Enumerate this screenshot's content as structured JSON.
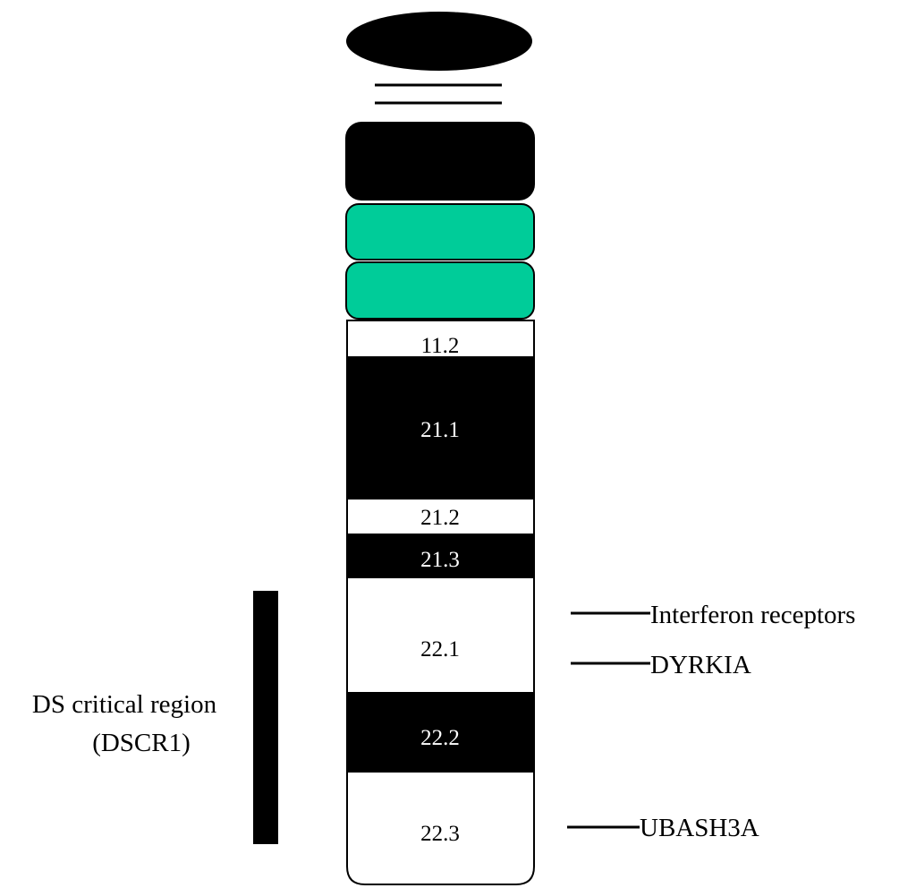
{
  "colors": {
    "dark_band": "#000000",
    "light_band": "#ffffff",
    "highlight_band": "#00cc99",
    "outline": "#000000"
  },
  "bands": [
    {
      "id": "satellite",
      "label": "",
      "fill": "dark"
    },
    {
      "id": "p12",
      "label": "",
      "fill": "dark"
    },
    {
      "id": "p11-2",
      "label": "",
      "fill": "highlight"
    },
    {
      "id": "p11-1",
      "label": "",
      "fill": "highlight"
    },
    {
      "id": "q11-2",
      "label": "11.2",
      "fill": "light"
    },
    {
      "id": "q21-1",
      "label": "21.1",
      "fill": "dark"
    },
    {
      "id": "q21-2",
      "label": "21.2",
      "fill": "light"
    },
    {
      "id": "q21-3",
      "label": "21.3",
      "fill": "dark"
    },
    {
      "id": "q22-1",
      "label": "22.1",
      "fill": "light"
    },
    {
      "id": "q22-2",
      "label": "22.2",
      "fill": "dark"
    },
    {
      "id": "q22-3",
      "label": "22.3",
      "fill": "light"
    }
  ],
  "region": {
    "label_line1": "DS critical region",
    "label_line2": "(DSCR1)"
  },
  "genes": [
    {
      "name": "Interferon receptors"
    },
    {
      "name": "DYRKIA"
    },
    {
      "name": "UBASH3A"
    }
  ]
}
